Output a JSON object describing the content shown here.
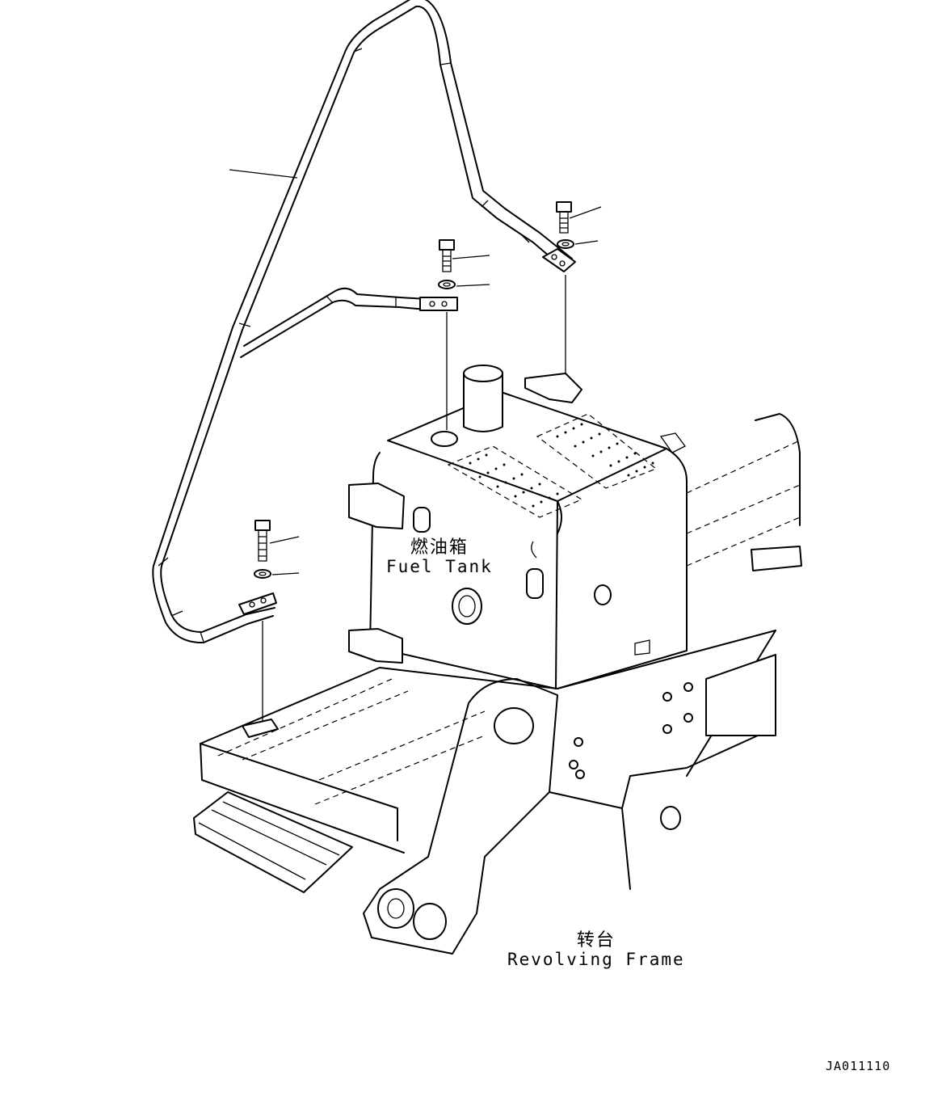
{
  "labels": {
    "fuel_tank": {
      "cn": "燃油箱",
      "en": "Fuel Tank"
    },
    "revolving_frame": {
      "cn": "转台",
      "en": "Revolving Frame"
    }
  },
  "drawing_code": "JA011110"
}
